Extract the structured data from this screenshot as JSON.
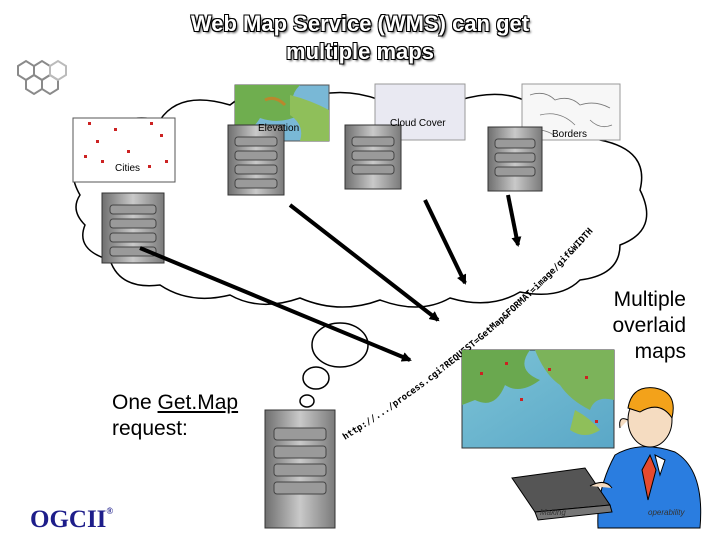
{
  "title_line1": "Web Map Service (WMS) can get",
  "title_line2": "multiple maps",
  "maps": {
    "cities": "Cities",
    "elevation": "Elevation",
    "cloud_cover": "Cloud Cover",
    "borders": "Borders"
  },
  "request_url": "http://.../process.cgi?REQUEST=GetMap&FORMAT=image/gif&WIDTH",
  "result_caption_l1": "Multiple",
  "result_caption_l2": "overlaid",
  "result_caption_l3": "maps",
  "request_caption_pre": "One ",
  "request_caption_link": "Get.Map",
  "request_caption_l2": "request:",
  "logo_text": "OGCII",
  "logo_mark": "®",
  "footer_left": "Making",
  "footer_right": "operability",
  "colors": {
    "title_fill": "#ffffff",
    "logo": "#1d1d8a",
    "person_shirt": "#2a7de0",
    "hair": "#f3a21a"
  }
}
